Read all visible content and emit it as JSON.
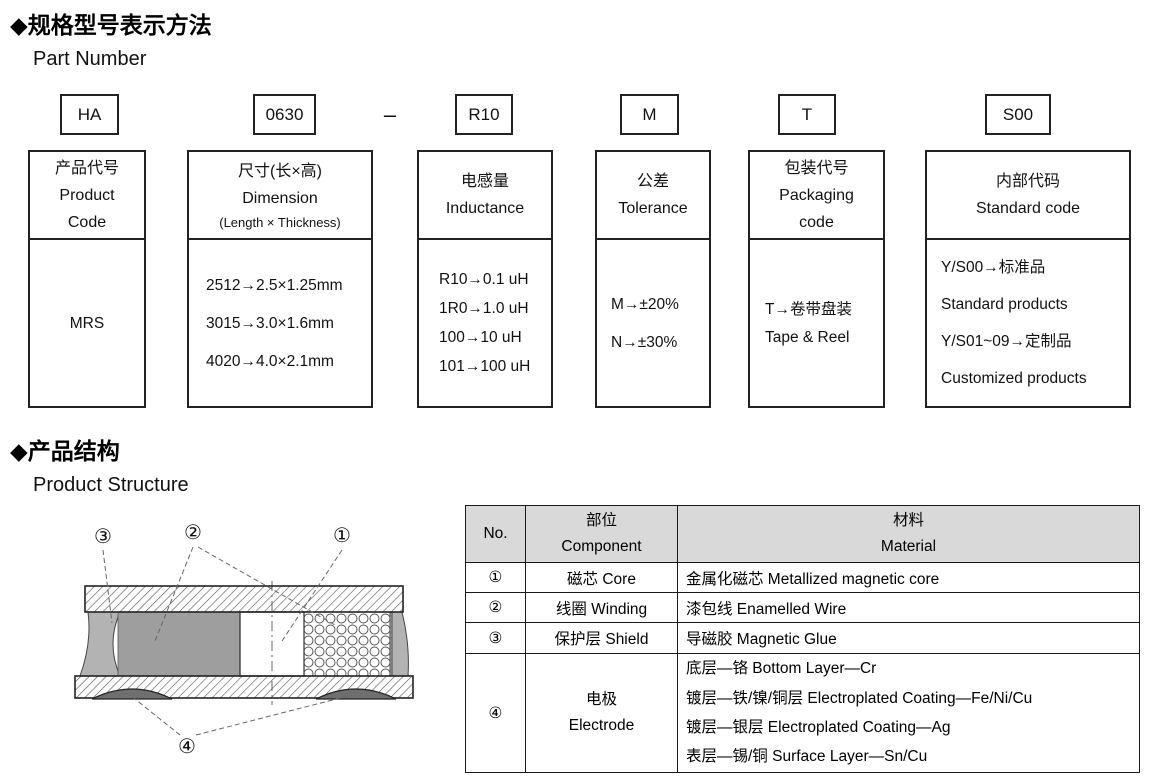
{
  "sections": {
    "part_number": {
      "title_cn": "◆规格型号表示方法",
      "title_en": "Part Number"
    },
    "structure": {
      "title_cn": "◆产品结构",
      "title_en": "Product Structure"
    }
  },
  "part_number": {
    "separator": "–",
    "columns": [
      {
        "code": "HA",
        "header": [
          "产品代号",
          "Product",
          "Code"
        ],
        "body": [
          "MRS"
        ]
      },
      {
        "code": "0630",
        "header": [
          "尺寸(长×高)",
          "Dimension",
          "(Length × Thickness)"
        ],
        "body": [
          "2512→2.5×1.25mm",
          "3015→3.0×1.6mm",
          "4020→4.0×2.1mm"
        ]
      },
      {
        "code": "R10",
        "header": [
          "电感量",
          "Inductance"
        ],
        "body": [
          "R10→0.1 uH",
          "1R0→1.0 uH",
          "100→10 uH",
          "101→100 uH"
        ]
      },
      {
        "code": "M",
        "header": [
          "公差",
          "Tolerance"
        ],
        "body": [
          "M→±20%",
          "N→±30%"
        ]
      },
      {
        "code": "T",
        "header": [
          "包装代号",
          "Packaging",
          "code"
        ],
        "body": [
          "T→卷带盘装",
          "Tape & Reel"
        ]
      },
      {
        "code": "S00",
        "header": [
          "内部代码",
          "Standard code"
        ],
        "body": [
          "Y/S00→标准品",
          "Standard products",
          "Y/S01~09→定制品",
          "Customized products"
        ]
      }
    ]
  },
  "structure_table": {
    "header": {
      "no": "No.",
      "component_cn": "部位",
      "component_en": "Component",
      "material_cn": "材料",
      "material_en": "Material"
    },
    "rows": [
      {
        "no": "①",
        "component": [
          "磁芯 Core"
        ],
        "material": [
          "金属化磁芯 Metallized magnetic core"
        ]
      },
      {
        "no": "②",
        "component": [
          "线圈 Winding"
        ],
        "material": [
          "漆包线 Enamelled Wire"
        ]
      },
      {
        "no": "③",
        "component": [
          "保护层 Shield"
        ],
        "material": [
          "导磁胶 Magnetic Glue"
        ]
      },
      {
        "no": "④",
        "component": [
          "电极",
          "Electrode"
        ],
        "material": [
          "底层—铬  Bottom Layer—Cr",
          "镀层—铁/镍/铜层 Electroplated Coating—Fe/Ni/Cu",
          "镀层—银层 Electroplated Coating—Ag",
          "表层—锡/铜 Surface Layer—Sn/Cu"
        ]
      }
    ]
  },
  "diagram": {
    "callouts": {
      "c1": "①",
      "c2": "②",
      "c3": "③",
      "c4": "④"
    }
  }
}
